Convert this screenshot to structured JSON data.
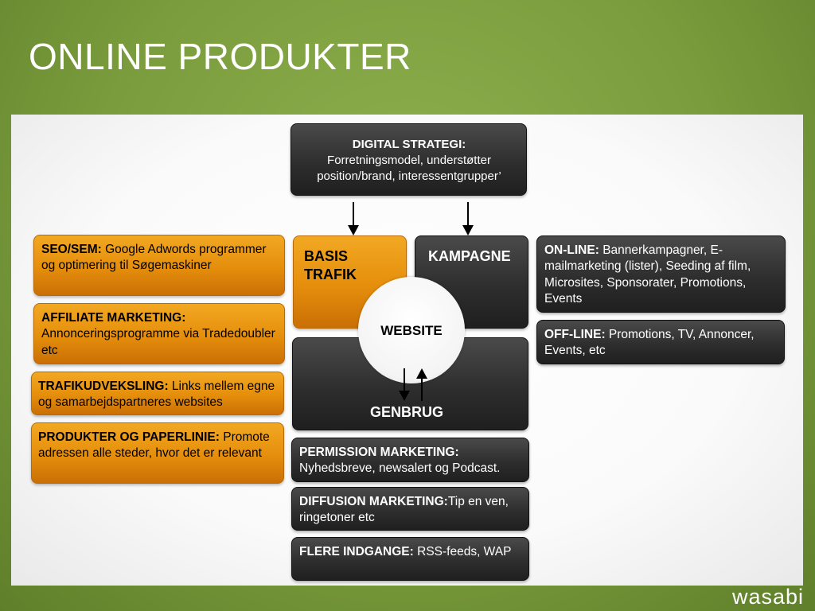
{
  "title": "ONLINE PRODUKTER",
  "logo": "wasabi",
  "strategy": {
    "head": "DIGITAL STRATEGI:",
    "text": "Forretningsmodel, understøtter position/brand, interessentgrupper’"
  },
  "center": {
    "basis": "BASIS TRAFIK",
    "kampagne": "KAMPAGNE",
    "genbrug": "GENBRUG",
    "website": "WEBSITE"
  },
  "left": [
    {
      "label": "SEO/SEM:",
      "text": " Google Adwords programmer og optimering til Søgemaskiner"
    },
    {
      "label": "AFFILIATE MARKETING:",
      "text": " Annonceringsprogramme via Tradedoubler etc"
    },
    {
      "label": "TRAFIKUDVEKSLING:",
      "text": " Links mellem egne og samarbejdspartneres websites"
    },
    {
      "label": "PRODUKTER OG PAPERLINIE:",
      "text": " Promote adressen alle steder, hvor det er relevant"
    }
  ],
  "right": [
    {
      "label": "ON-LINE:",
      "text": " Bannerkampagner, E-mailmarketing (lister), Seeding af film, Microsites, Sponsorater, Promotions, Events"
    },
    {
      "label": "OFF-LINE:",
      "text": " Promotions, TV, Annoncer, Events, etc"
    }
  ],
  "bottom": [
    {
      "label": "PERMISSION MARKETING:",
      "text": " Nyhedsbreve, newsalert og Podcast."
    },
    {
      "label": "DIFFUSION MARKETING:",
      "text": "Tip en ven, ringetoner etc"
    },
    {
      "label": "FLERE INDGANGE:",
      "text": " RSS-feeds, WAP"
    }
  ]
}
